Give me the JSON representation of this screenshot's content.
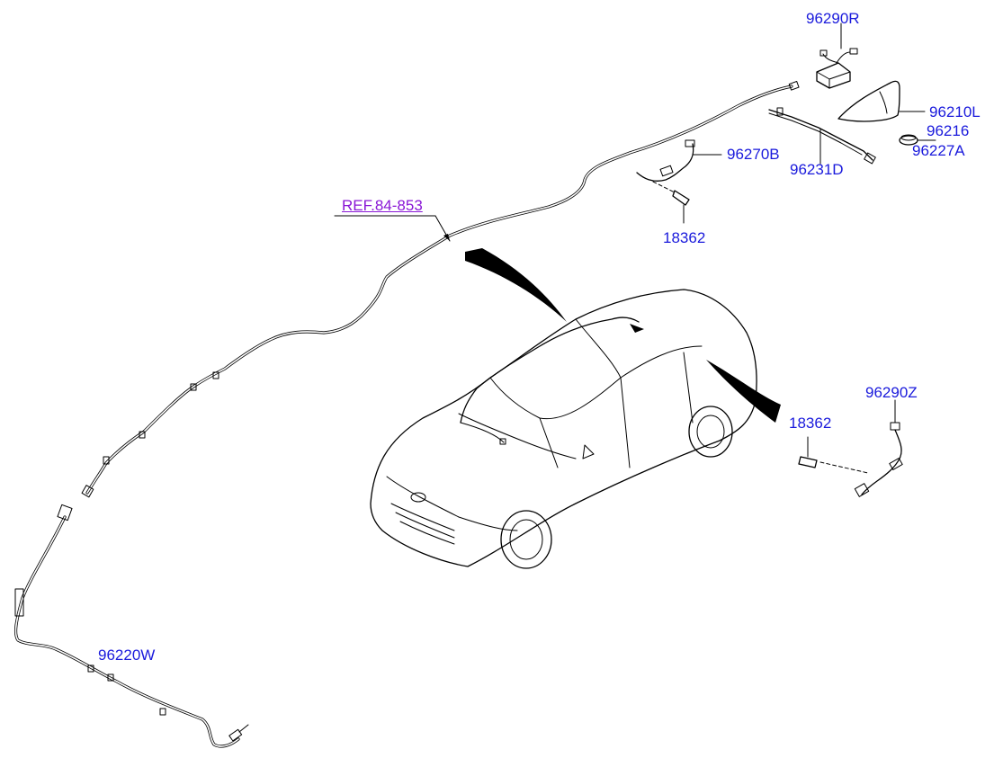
{
  "colors": {
    "part_label": "#1a1adc",
    "ref_label": "#8a17d6",
    "line": "#000000",
    "background": "#ffffff"
  },
  "labels": {
    "p96290R": "96290R",
    "p96210L": "96210L",
    "p96216": "96216",
    "p96227A": "96227A",
    "p96231D": "96231D",
    "p96270B": "96270B",
    "p18362_top": "18362",
    "ref": "REF.84-853",
    "p96290Z": "96290Z",
    "p18362_right": "18362",
    "p96220W": "96220W"
  }
}
